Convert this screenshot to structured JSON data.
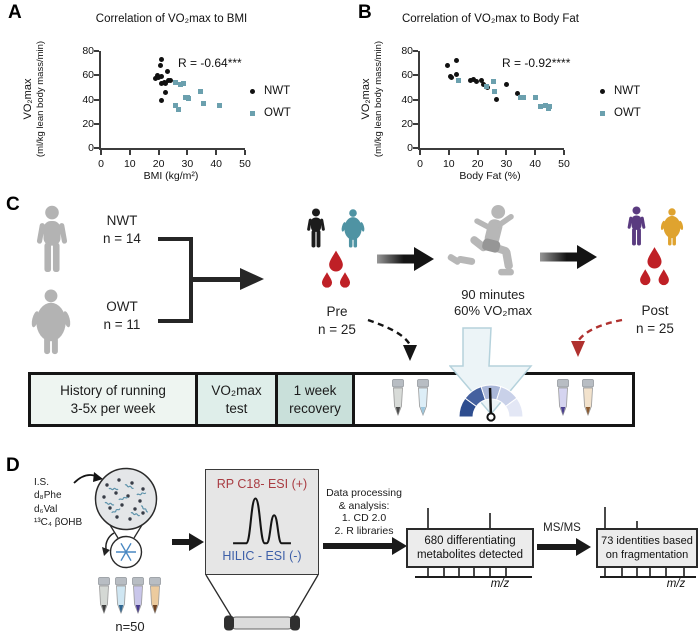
{
  "panels": {
    "a_label": "A",
    "b_label": "B",
    "c_label": "C",
    "d_label": "D"
  },
  "colors": {
    "teal": "#6ba0ae",
    "blood": "#bf2026",
    "purple": "#5a3b80",
    "gold": "#dfa32f",
    "person_gray": "#b3b3b3",
    "rp_red": "#a93c42",
    "hilic_blue": "#3d5fa8",
    "mint1": "#eef5f1",
    "mint2": "#dfeeea",
    "mint3": "#c9e0da",
    "arrow_light_fill": "#ecf4f7",
    "arrow_light_edge": "#b5d2dc"
  },
  "chart_data": [
    {
      "type": "scatter",
      "title": "Correlation of VO₂max to BMI",
      "xlabel": "BMI (kg/m²)",
      "ylabel_line1": "VO₂max",
      "ylabel_line2": "(ml/kg lean body mass/min)",
      "annotation": "R = -0.64***",
      "xlim": [
        0,
        50
      ],
      "ylim": [
        0,
        80
      ],
      "xticks": [
        0,
        10,
        20,
        30,
        40,
        50
      ],
      "yticks": [
        0,
        20,
        40,
        60,
        80
      ],
      "grid": false,
      "legend_position": "right",
      "series": [
        {
          "name": "NWT",
          "marker": "circle",
          "color": "#111111",
          "points": [
            [
              19,
              57
            ],
            [
              19.5,
              60
            ],
            [
              20,
              58
            ],
            [
              20.5,
              68
            ],
            [
              21,
              73
            ],
            [
              21,
              59
            ],
            [
              21,
              53
            ],
            [
              22,
              54
            ],
            [
              22.5,
              53
            ],
            [
              23,
              63
            ],
            [
              23.5,
              56
            ],
            [
              24,
              56
            ],
            [
              22.5,
              46
            ],
            [
              21,
              39
            ]
          ]
        },
        {
          "name": "OWT",
          "marker": "square",
          "color": "#6ba0ae",
          "points": [
            [
              26,
              54
            ],
            [
              27.5,
              52
            ],
            [
              28.5,
              53
            ],
            [
              29.5,
              42
            ],
            [
              30,
              42
            ],
            [
              30.5,
              41
            ],
            [
              34.5,
              47
            ],
            [
              35.5,
              37
            ],
            [
              41,
              35
            ],
            [
              26,
              35
            ],
            [
              27,
              32
            ]
          ]
        }
      ]
    },
    {
      "type": "scatter",
      "title": "Correlation of VO₂max to Body Fat",
      "xlabel": "Body Fat (%)",
      "ylabel_line1": "VO₂max",
      "ylabel_line2": "(ml/kg lean body mass/min)",
      "annotation": "R = -0.92****",
      "xlim": [
        0,
        50
      ],
      "ylim": [
        0,
        80
      ],
      "xticks": [
        0,
        10,
        20,
        30,
        40,
        50
      ],
      "yticks": [
        0,
        20,
        40,
        60,
        80
      ],
      "grid": false,
      "legend_position": "right",
      "series": [
        {
          "name": "NWT",
          "marker": "circle",
          "color": "#111111",
          "points": [
            [
              9.5,
              68
            ],
            [
              12.5,
              72
            ],
            [
              10.5,
              59
            ],
            [
              11,
              58
            ],
            [
              12.5,
              61
            ],
            [
              17.5,
              56
            ],
            [
              18.5,
              56.5
            ],
            [
              19.5,
              54.5
            ],
            [
              21.5,
              56
            ],
            [
              22,
              52
            ],
            [
              23.5,
              49.5
            ],
            [
              26.5,
              40
            ],
            [
              30,
              52
            ],
            [
              34,
              45
            ]
          ]
        },
        {
          "name": "OWT",
          "marker": "square",
          "color": "#6ba0ae",
          "points": [
            [
              13.5,
              55.5
            ],
            [
              23,
              51
            ],
            [
              25.5,
              55
            ],
            [
              26,
              47
            ],
            [
              35,
              42
            ],
            [
              36,
              41.5
            ],
            [
              40,
              42
            ],
            [
              42,
              34
            ],
            [
              43.5,
              35
            ],
            [
              44.5,
              33
            ],
            [
              45,
              34.5
            ]
          ]
        }
      ]
    }
  ],
  "study": {
    "nwt_label": "NWT",
    "nwt_n": "n = 14",
    "owt_label": "OWT",
    "owt_n": "n = 11",
    "pre_label": "Pre",
    "pre_n": "n = 25",
    "exercise_line1": "90 minutes",
    "exercise_line2": "60% VO₂max",
    "post_label": "Post",
    "post_n": "n = 25",
    "timeline": {
      "box1_line1": "History of running",
      "box1_line2": "3-5x per week",
      "box2_line1": "VO₂max",
      "box2_line2": "test",
      "box3_line1": "1 week",
      "box3_line2": "recovery"
    }
  },
  "workflow": {
    "is_lines": [
      "I.S.",
      "d₈Phe",
      "d₆Val",
      "¹³C₄ βOHB"
    ],
    "n_label": "n=50",
    "rp_label": "RP C18- ESI (+)",
    "hilic_label": "HILIC - ESI (-)",
    "processing_lines": [
      "Data processing",
      "& analysis:",
      "1. CD 2.0",
      "2. R libraries"
    ],
    "box_680_line1": "680 differentiating",
    "box_680_line2": "metabolites detected",
    "msms_label": "MS/MS",
    "box_73_line1": "73 identities based",
    "box_73_line2": "on fragmentation",
    "mz_label": "m/z"
  }
}
